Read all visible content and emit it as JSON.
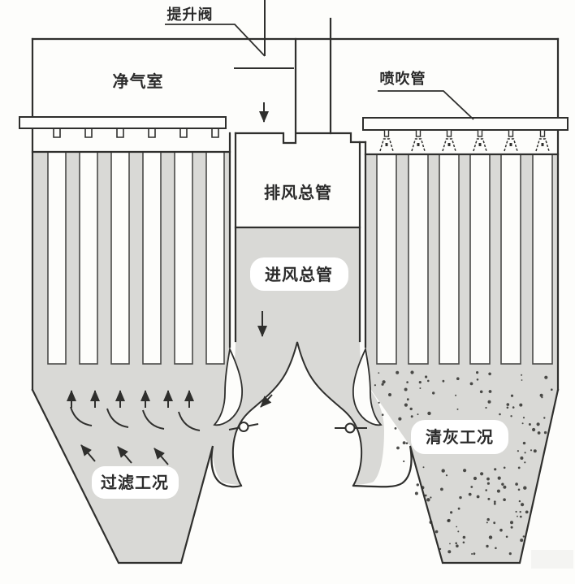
{
  "labels": {
    "lift_valve": "提升阀",
    "clean_air_chamber": "净气室",
    "blow_pipe": "喷吹管",
    "exhaust_main_duct": "排风总管",
    "inlet_main_duct": "进风总管",
    "filtering_condition": "过滤工况",
    "cleaning_condition": "清灰工况"
  },
  "colors": {
    "background": "#fdfdfb",
    "dirty_gas_gray": "#d9d9d6",
    "line": "#2f2f2d",
    "bag_outline": "#4a4a48",
    "text": "#2b2b2b",
    "label_pill": "#ffffff",
    "watermark": "#f4f4f2"
  },
  "structure": {
    "left_filter_bag_count": 6,
    "right_filter_bag_count": 6,
    "pulse_nozzle_count": 6,
    "tube_sheet_tab_count": 6,
    "branch_valve_count": 2,
    "up_arrow_count": 6,
    "streamline_arc_count": 4,
    "diagonal_arrow_count": 3
  }
}
